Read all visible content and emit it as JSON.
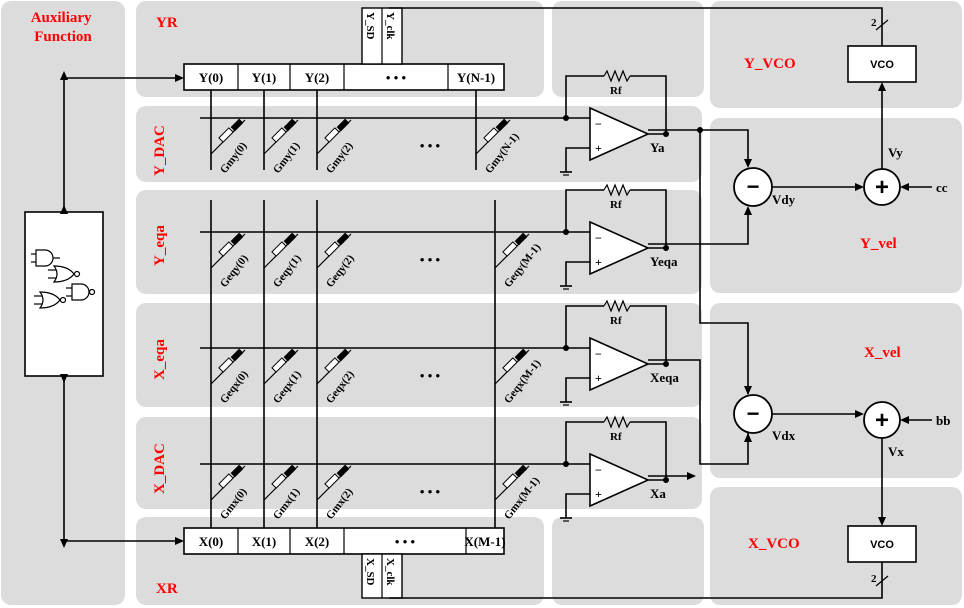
{
  "regions": {
    "aux": "Auxiliary\nFunction",
    "yr": "YR",
    "xr": "XR",
    "y_dac": "Y_DAC",
    "y_eqa": "Y_eqa",
    "x_eqa": "X_eqa",
    "x_dac": "X_DAC",
    "y_vco": "Y_VCO",
    "x_vco": "X_VCO",
    "y_vel": "Y_vel",
    "x_vel": "X_vel"
  },
  "y_register": {
    "cells": [
      "Y(0)",
      "Y(1)",
      "Y(2)",
      "• • •",
      "Y(N-1)"
    ],
    "sd": "Y_SD",
    "clk": "Y_clk"
  },
  "x_register": {
    "cells": [
      "X(0)",
      "X(1)",
      "X(2)",
      "• • •",
      "X(M-1)"
    ],
    "sd": "X_SD",
    "clk": "X_clk"
  },
  "rows": [
    {
      "resistors": [
        "Gmy(0)",
        "Gmy(1)",
        "Gmy(2)",
        "Gmy(N-1)"
      ],
      "output": "Ya"
    },
    {
      "resistors": [
        "Geqy(0)",
        "Geqy(1)",
        "Geqy(2)",
        "Geqy(M-1)"
      ],
      "output": "Yeqa"
    },
    {
      "resistors": [
        "Geqx(0)",
        "Geqx(1)",
        "Geqx(2)",
        "Geqx(M-1)"
      ],
      "output": "Xeqa"
    },
    {
      "resistors": [
        "Gmx(0)",
        "Gmx(1)",
        "Gmx(2)",
        "Gmx(M-1)"
      ],
      "output": "Xa"
    }
  ],
  "ellipsis": "• • •",
  "feedback_label": "Rf",
  "opamp_minus": "−",
  "opamp_plus": "+",
  "subtractors": [
    {
      "symbol": "−",
      "label": "Vdy"
    },
    {
      "symbol": "−",
      "label": "Vdx"
    }
  ],
  "adders": [
    {
      "symbol": "+",
      "label": "Vy",
      "input": "cc"
    },
    {
      "symbol": "+",
      "label": "Vx",
      "input": "bb"
    }
  ],
  "vco_label": "VCO",
  "bus_width": "2"
}
